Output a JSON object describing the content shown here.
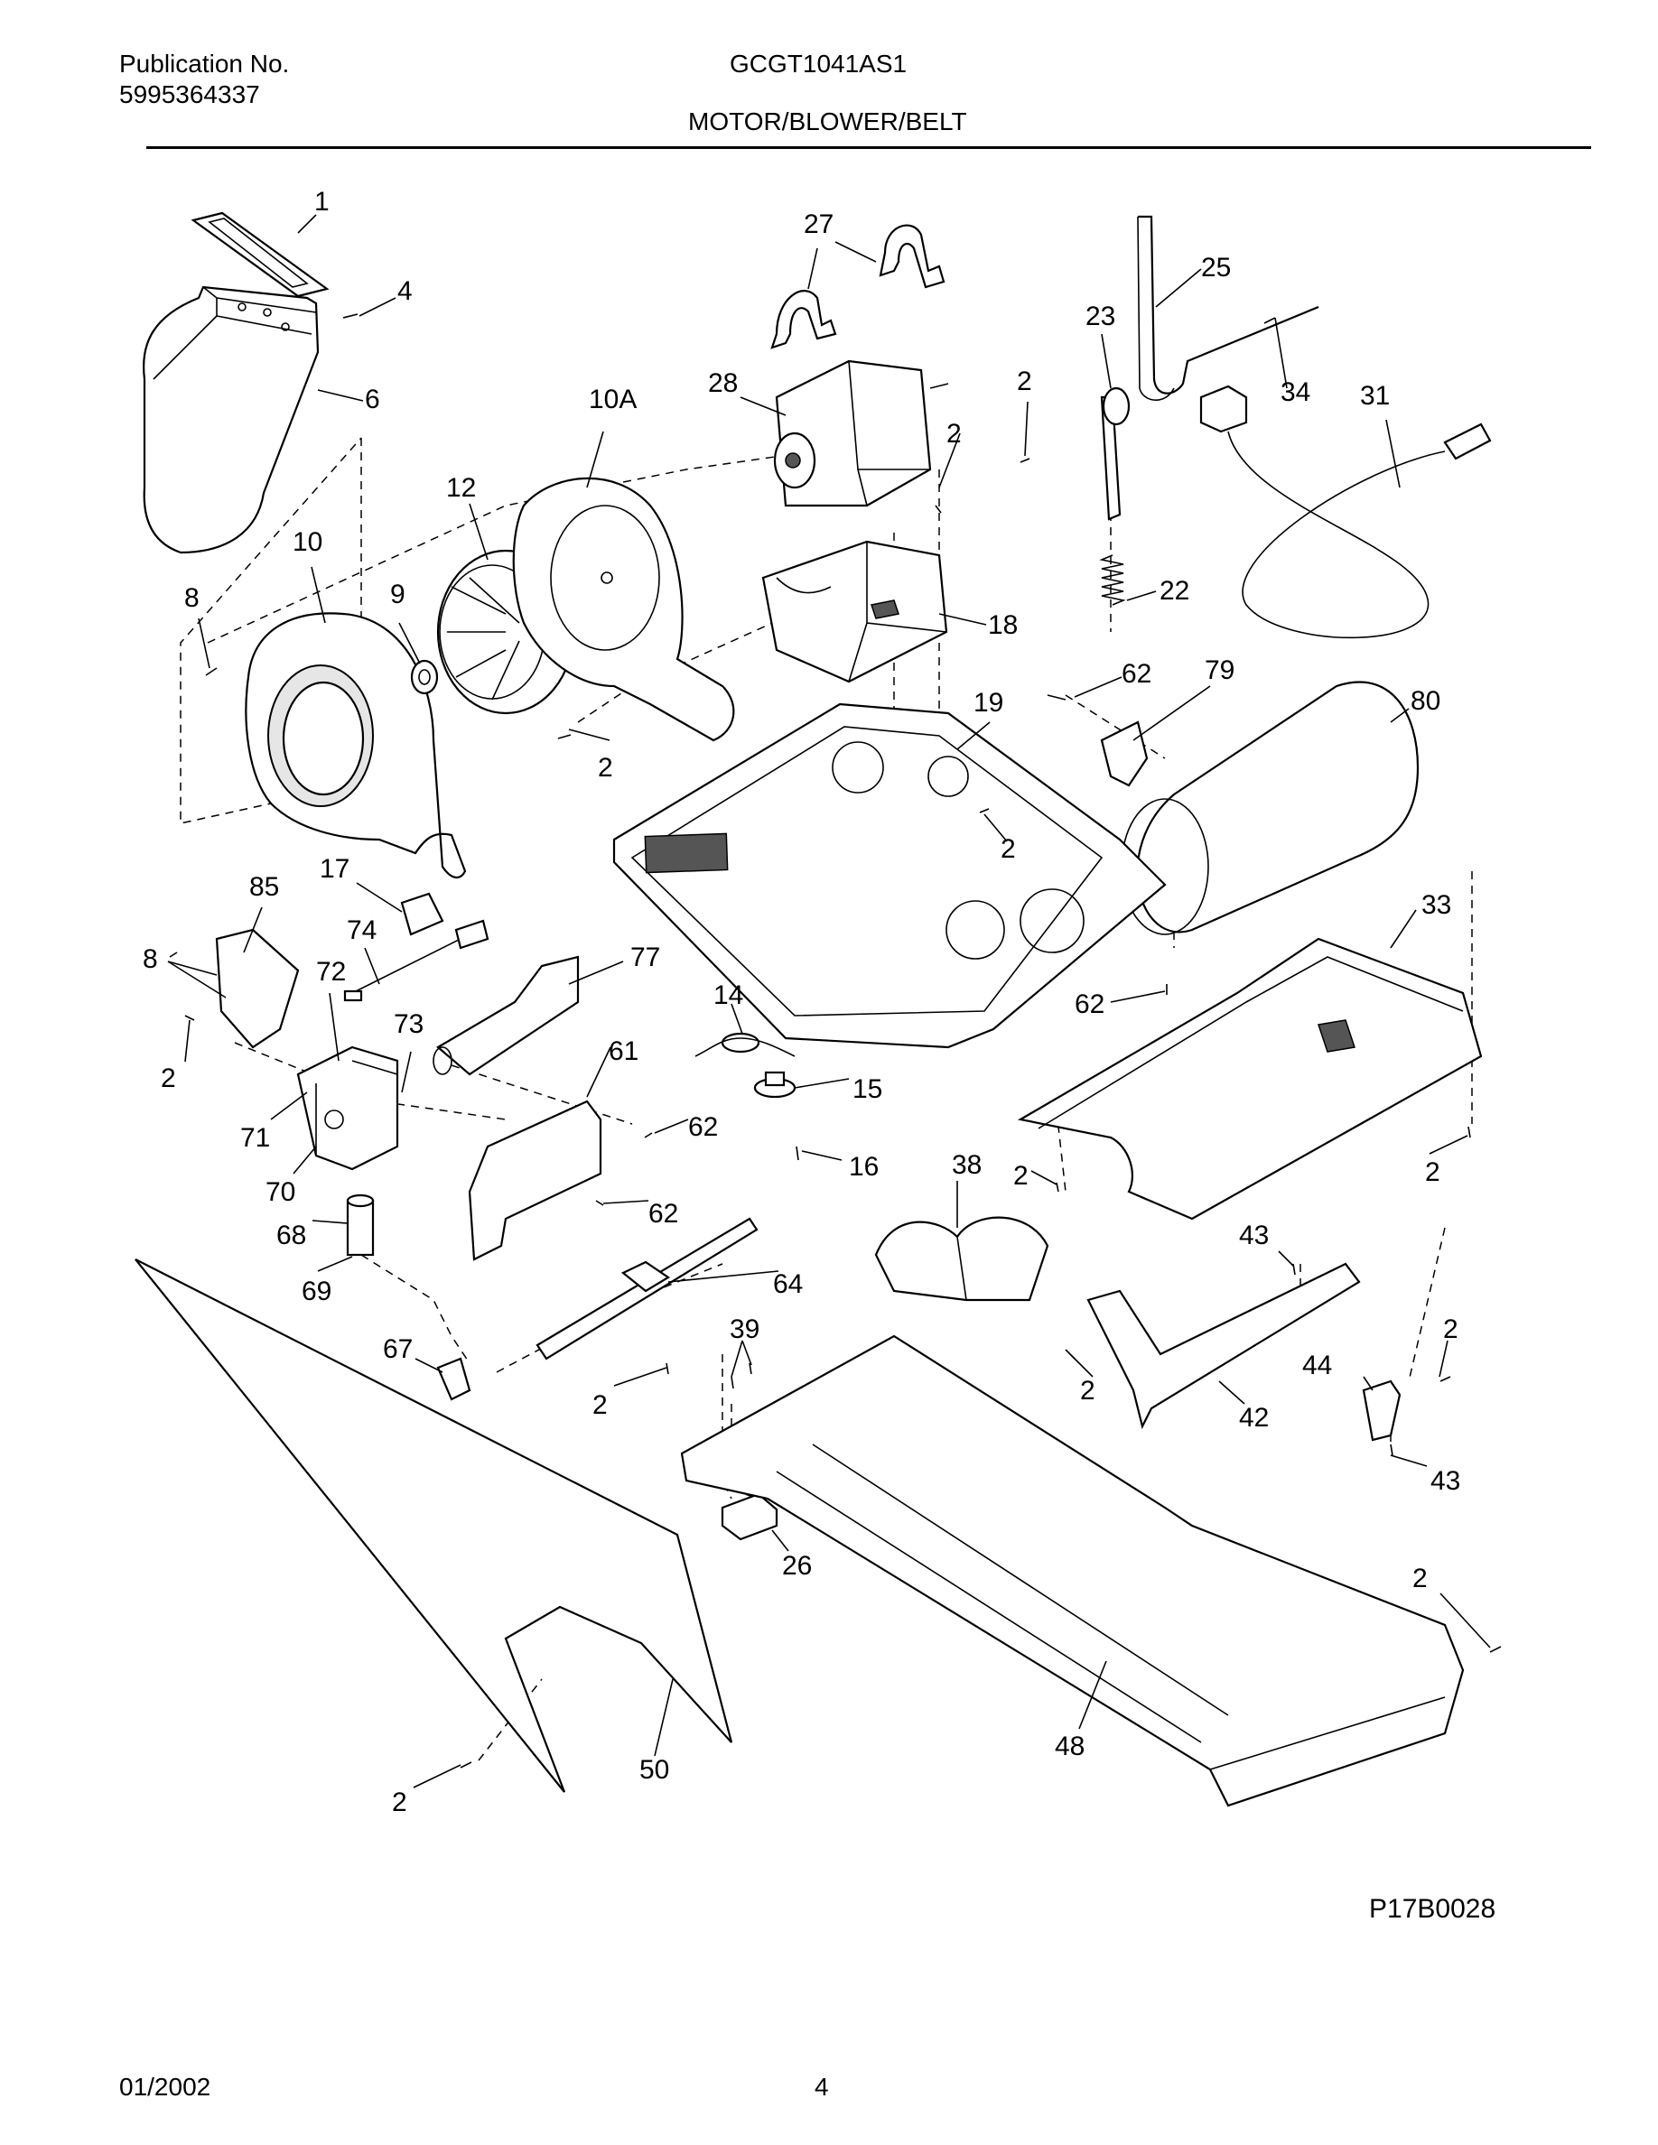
{
  "header": {
    "publication_label": "Publication No.",
    "publication_number": "5995364337",
    "model": "GCGT1041AS1",
    "section_title": "MOTOR/BLOWER/BELT"
  },
  "diagram": {
    "figure_code": "P17B0028",
    "callouts": {
      "c1": "1",
      "c4": "4",
      "c6": "6",
      "c10a": "10A",
      "c12": "12",
      "c10": "10",
      "c8a": "8",
      "c9": "9",
      "c2a": "2",
      "c27": "27",
      "c28": "28",
      "c2b": "2",
      "c2c": "2",
      "c18": "18",
      "c23": "23",
      "c25": "25",
      "c34": "34",
      "c31": "31",
      "c22": "22",
      "c62a": "62",
      "c79": "79",
      "c80": "80",
      "c19": "19",
      "c2d": "2",
      "c85": "85",
      "c17": "17",
      "c74": "74",
      "c8b": "8",
      "c72": "72",
      "c77": "77",
      "c73": "73",
      "c2e": "2",
      "c71": "71",
      "c70": "70",
      "c14": "14",
      "c15": "15",
      "c16": "16",
      "c61": "61",
      "c62b": "62",
      "c62c": "62",
      "c62d": "62",
      "c33": "33",
      "c38": "38",
      "c2f": "2",
      "c2g": "2",
      "c68": "68",
      "c69": "69",
      "c64": "64",
      "c43a": "43",
      "c67": "67",
      "c39": "39",
      "c2h": "2",
      "c2i": "2",
      "c44": "44",
      "c42": "42",
      "c2j": "2",
      "c43b": "43",
      "c26": "26",
      "c2k": "2",
      "c48": "48",
      "c50": "50",
      "c2l": "2"
    }
  },
  "footer": {
    "date": "01/2002",
    "page": "4"
  }
}
